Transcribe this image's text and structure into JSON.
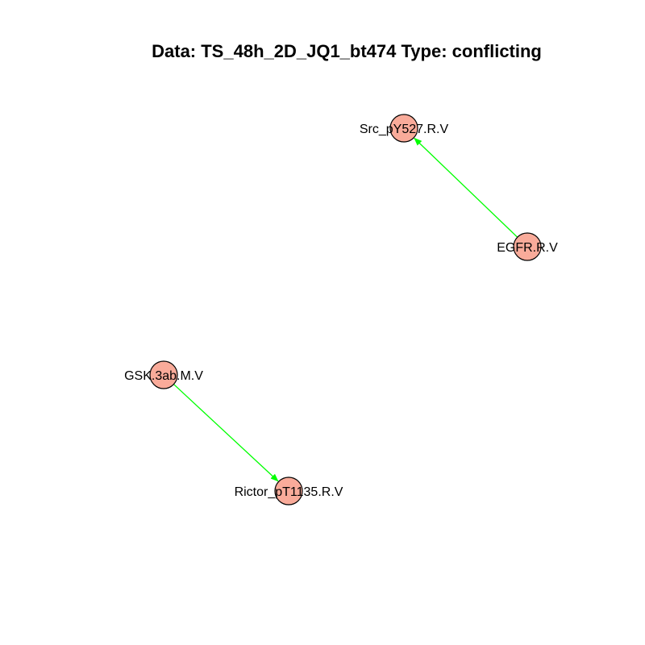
{
  "title": "Data: TS_48h_2D_JQ1_bt474 Type: conflicting",
  "colors": {
    "node_fill": "#f9ab9a",
    "node_stroke": "#000000",
    "edge": "#00ff00"
  },
  "nodes": [
    {
      "id": "src",
      "label": "Src_pY527.R.V"
    },
    {
      "id": "egfr",
      "label": "EGFR.R.V"
    },
    {
      "id": "gsk",
      "label": "GSK.3ab.M.V"
    },
    {
      "id": "rictor",
      "label": "Rictor_pT1135.R.V"
    }
  ],
  "edges": [
    {
      "from": "egfr",
      "to": "src",
      "directed": true
    },
    {
      "from": "gsk",
      "to": "rictor",
      "directed": true
    }
  ]
}
